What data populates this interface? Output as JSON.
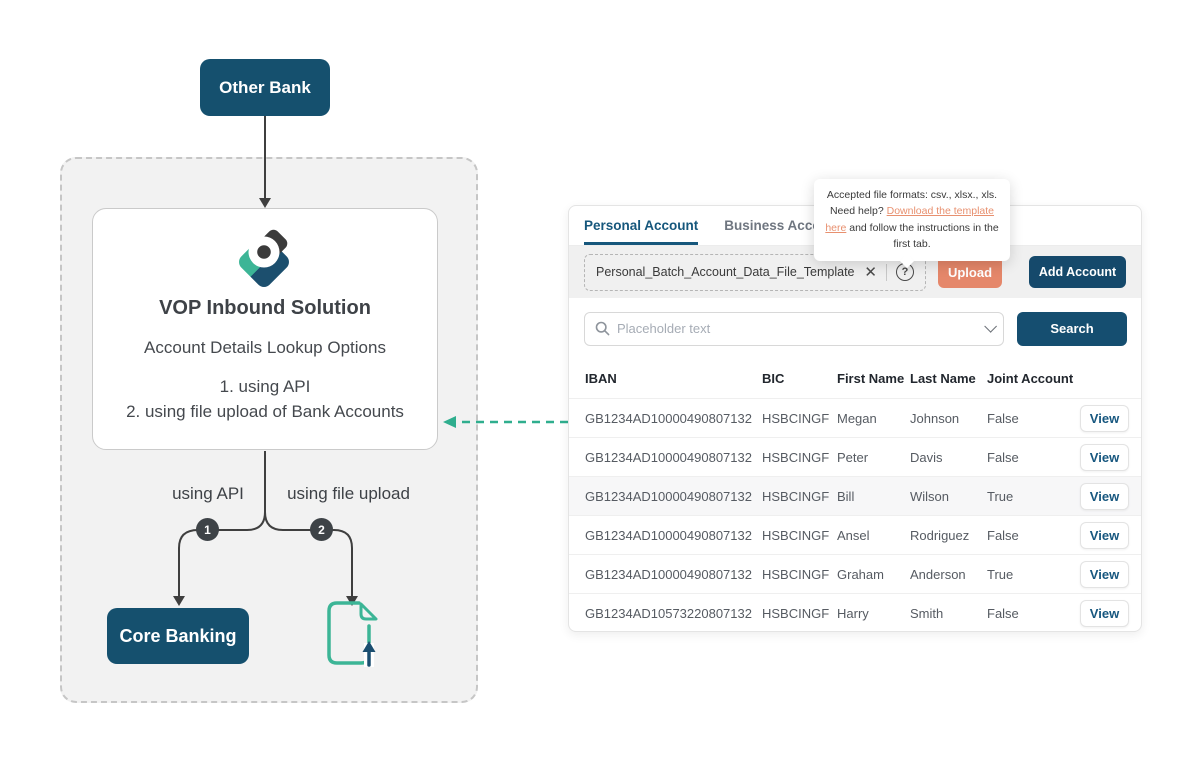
{
  "colors": {
    "navy": "#15506E",
    "teal": "#3CB596",
    "salmon": "#E5876A",
    "charcoal": "#3E4347",
    "tab_active_blue": "#16577C",
    "link_salmon": "#E8906F"
  },
  "diagram": {
    "other_bank_label": "Other Bank",
    "logo_icon": "b-diamond-logo",
    "solution_title": "VOP Inbound Solution",
    "solution_subtitle": "Account Details Lookup Options",
    "options": [
      "1. using API",
      "2. using file upload of Bank Accounts"
    ],
    "branch_1_label": "using API",
    "branch_2_label": "using file upload",
    "branch_1_number": "1",
    "branch_2_number": "2",
    "core_banking_label": "Core Banking",
    "file_upload_icon": "file-upload-icon"
  },
  "panel": {
    "tabs": [
      {
        "label": "Personal Account",
        "active": true
      },
      {
        "label": "Business Account",
        "active": false
      }
    ],
    "tooltip": {
      "text_before": "Accepted file formats: csv., xlsx., xls. Need help? ",
      "link_text": "Download the template here",
      "text_after": " and follow the instructions in the first tab."
    },
    "upload": {
      "filename": "Personal_Batch_Account_Data_File_Template.csv",
      "clear_icon": "close-icon",
      "help_icon": "question-circle-icon",
      "help_glyph": "?",
      "upload_label": "Upload",
      "add_account_label": "Add Account"
    },
    "search": {
      "placeholder": "Placeholder text",
      "button_label": "Search"
    },
    "table": {
      "headers": [
        "IBAN",
        "BIC",
        "First Name",
        "Last Name",
        "Joint Account"
      ],
      "action_label": "View",
      "rows": [
        {
          "iban": "GB1234AD10000490807132",
          "bic": "HSBCINGF",
          "first_name": "Megan",
          "last_name": "Johnson",
          "joint": "False",
          "highlighted": false
        },
        {
          "iban": "GB1234AD10000490807132",
          "bic": "HSBCINGF",
          "first_name": "Peter",
          "last_name": "Davis",
          "joint": "False",
          "highlighted": false
        },
        {
          "iban": "GB1234AD10000490807132",
          "bic": "HSBCINGF",
          "first_name": "Bill",
          "last_name": "Wilson",
          "joint": "True",
          "highlighted": true
        },
        {
          "iban": "GB1234AD10000490807132",
          "bic": "HSBCINGF",
          "first_name": "Ansel",
          "last_name": "Rodriguez",
          "joint": "False",
          "highlighted": false
        },
        {
          "iban": "GB1234AD10000490807132",
          "bic": "HSBCINGF",
          "first_name": "Graham",
          "last_name": "Anderson",
          "joint": "True",
          "highlighted": false
        },
        {
          "iban": "GB1234AD10573220807132",
          "bic": "HSBCINGF",
          "first_name": "Harry",
          "last_name": "Smith",
          "joint": "False",
          "highlighted": false
        }
      ]
    }
  }
}
